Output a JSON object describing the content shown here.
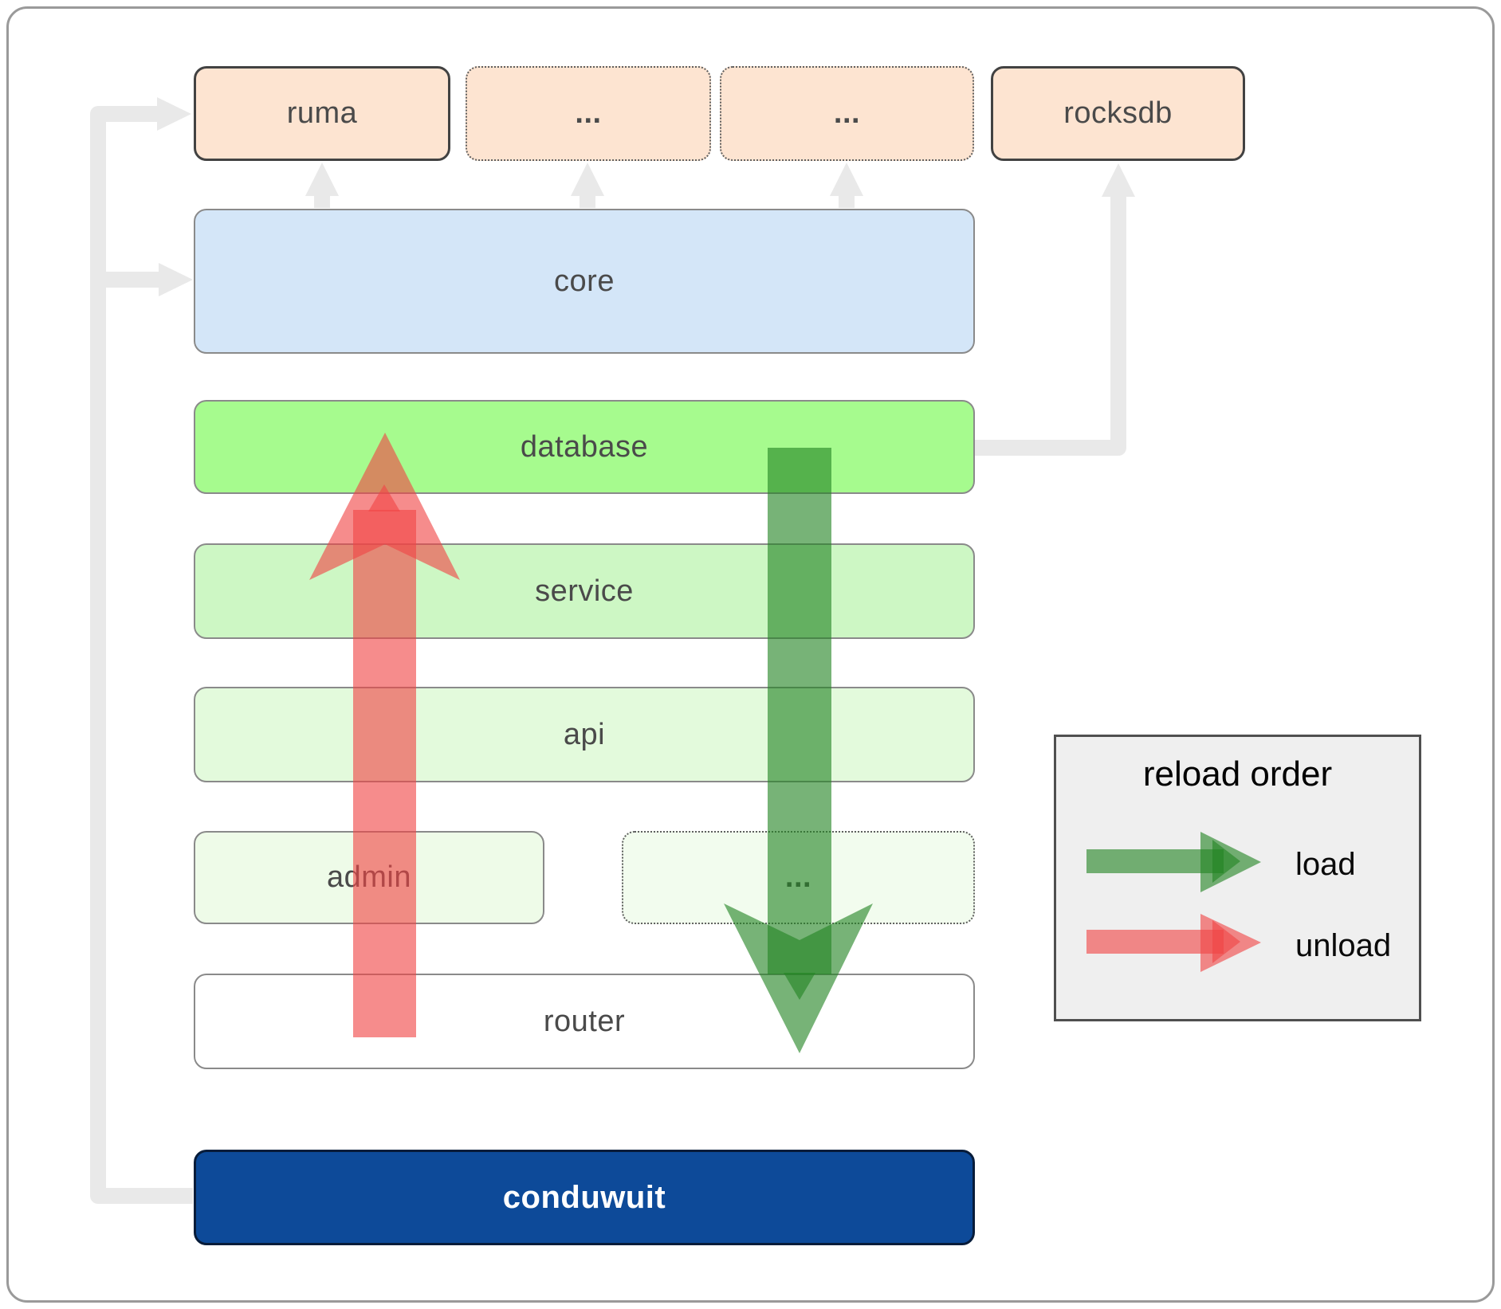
{
  "diagram": {
    "top_row": {
      "ruma": "ruma",
      "ellipsis1": "...",
      "ellipsis2": "...",
      "rocksdb": "rocksdb"
    },
    "layers": {
      "core": "core",
      "database": "database",
      "service": "service",
      "api": "api",
      "admin": "admin",
      "ellipsis3": "...",
      "router": "router",
      "conduwuit": "conduwuit"
    }
  },
  "legend": {
    "title": "reload order",
    "load_label": "load",
    "unload_label": "unload"
  },
  "colors": {
    "load_arrow_green": "#238423",
    "unload_arrow_red": "#f04646",
    "connector_gray": "#e9e9e9",
    "module_peach": "#fde4d1",
    "core_blue": "#d4e6f8",
    "database_green": "#a6fb8e",
    "service_green": "#cdf7c4",
    "api_green": "#e3fadc",
    "admin_green": "#eefbe8",
    "conduwuit_navy": "#0d4a99",
    "label_gray": "#4a4a4a",
    "legend_bg": "#efefef"
  }
}
